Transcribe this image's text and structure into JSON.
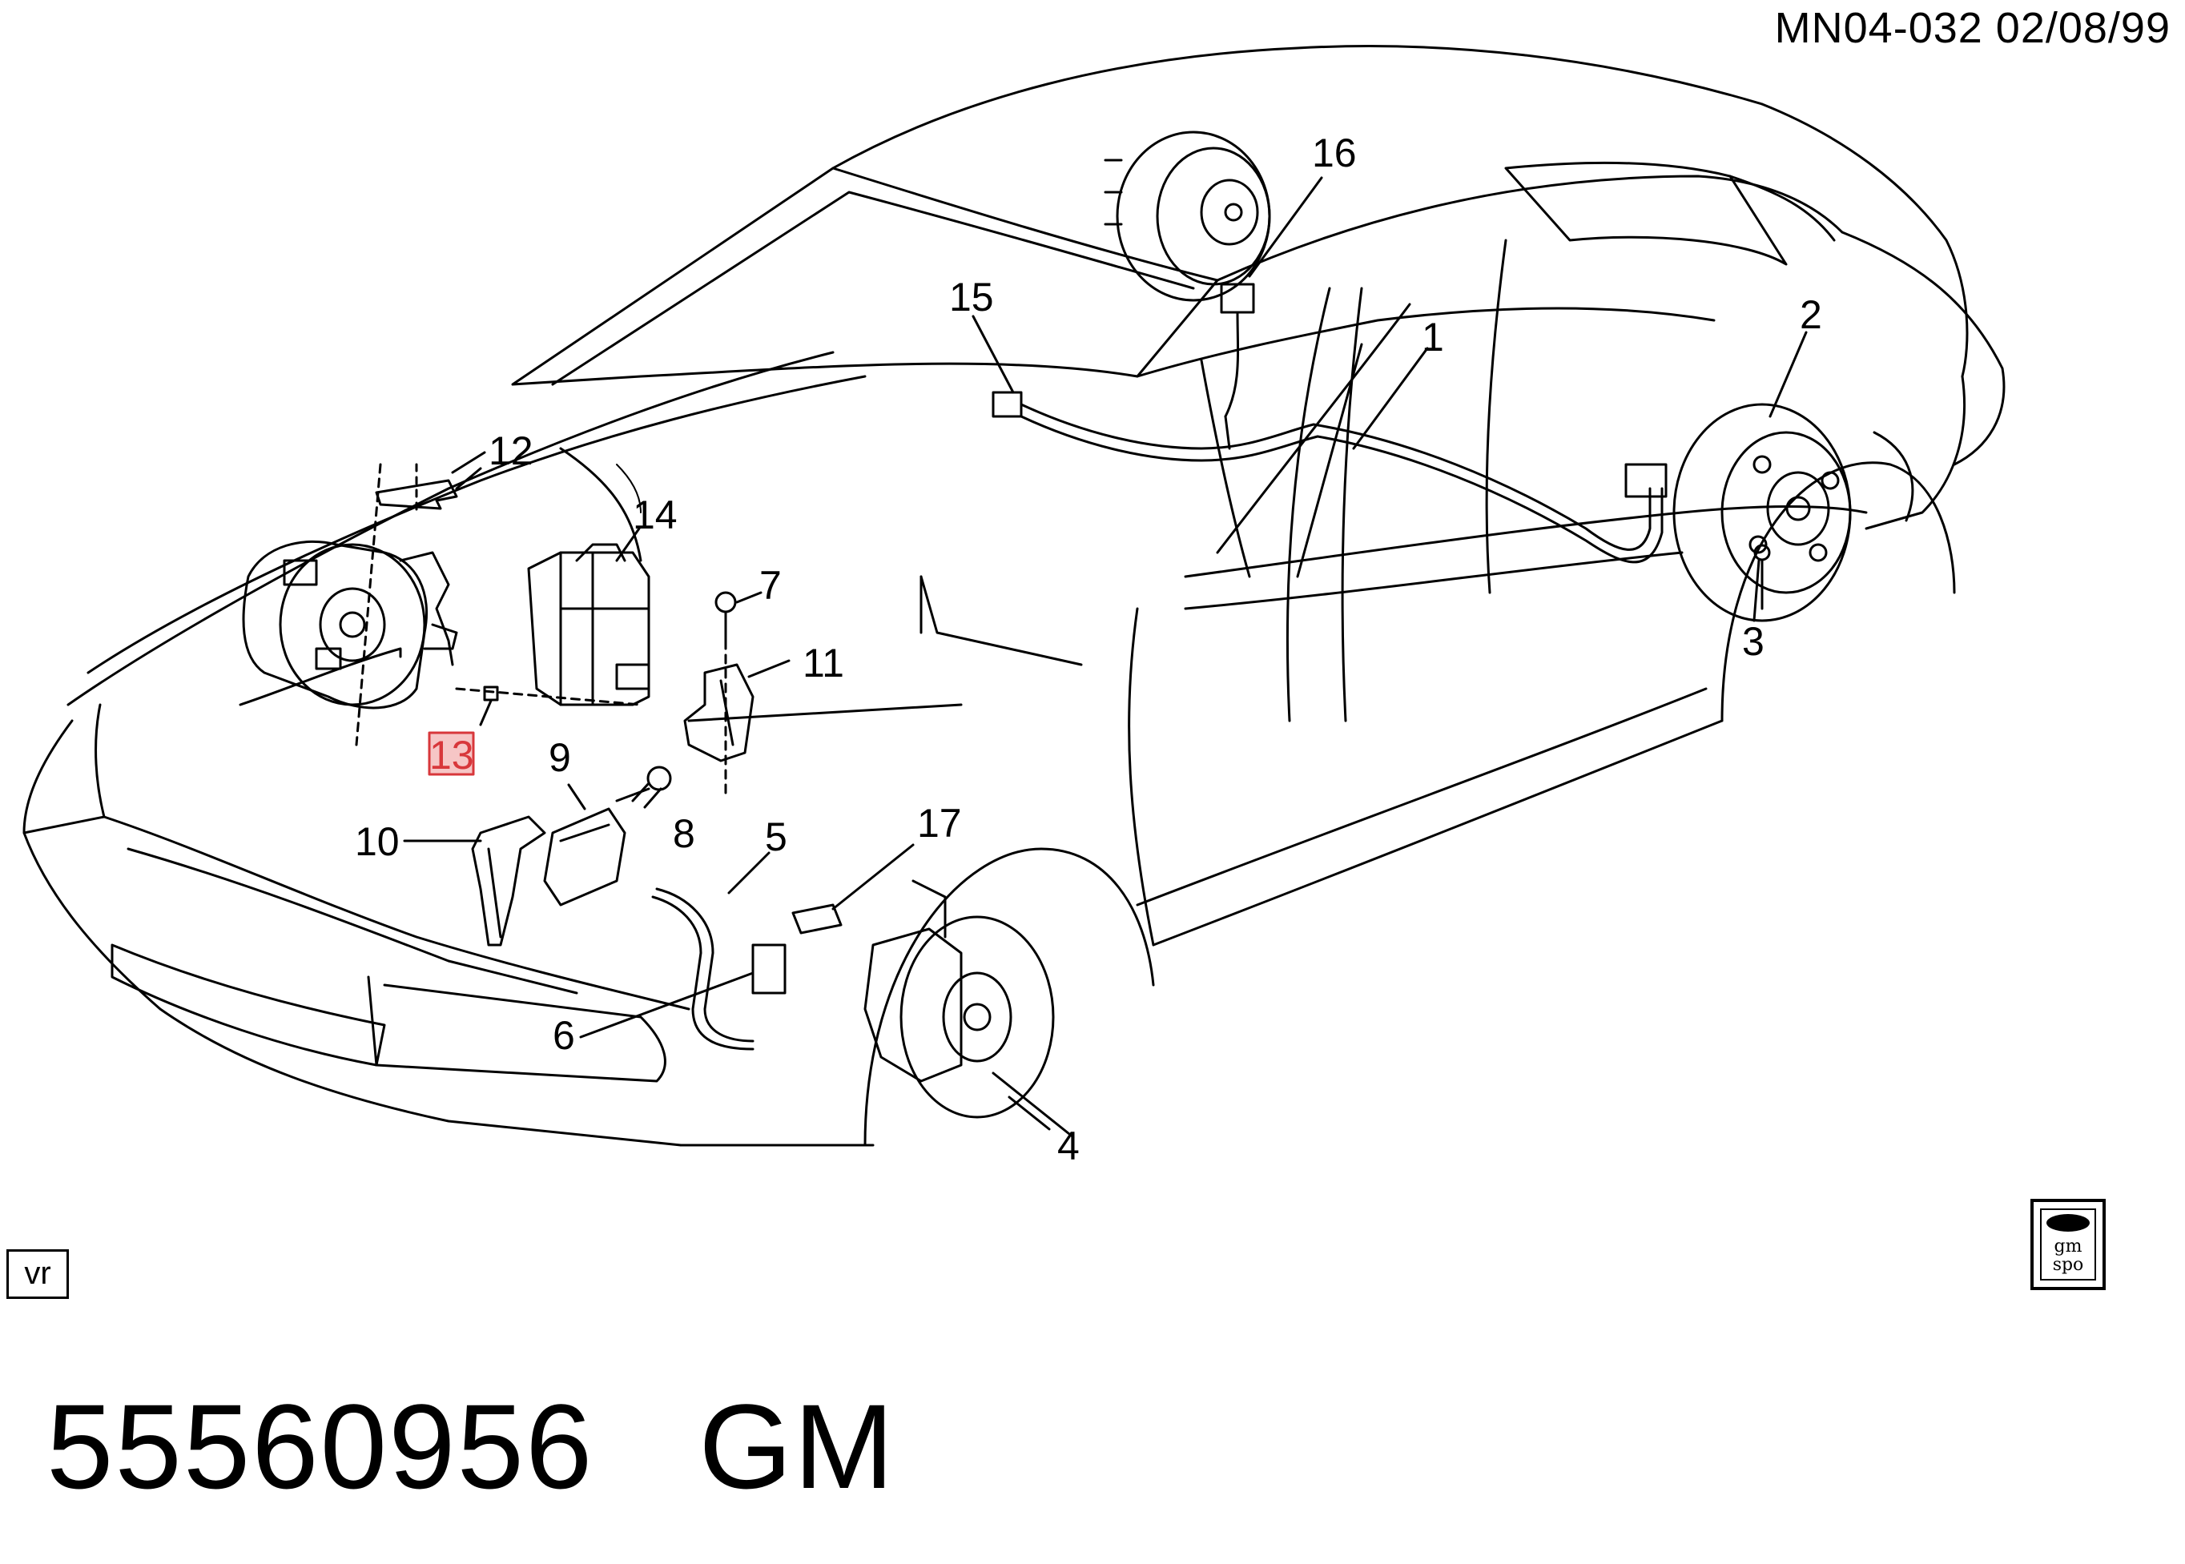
{
  "diagram": {
    "doc_id": "MN04-032  02/08/99",
    "callouts": [
      "1",
      "2",
      "3",
      "4",
      "5",
      "6",
      "7",
      "8",
      "9",
      "10",
      "11",
      "12",
      "13",
      "14",
      "15",
      "16",
      "17"
    ],
    "highlighted_callout": "13",
    "highlight_color": "#d8373b"
  },
  "badges": {
    "vr_label": "vr",
    "gm_line1": "gm",
    "gm_line2": "spo"
  },
  "footer": {
    "part_number": "55560956",
    "brand": "GM"
  }
}
